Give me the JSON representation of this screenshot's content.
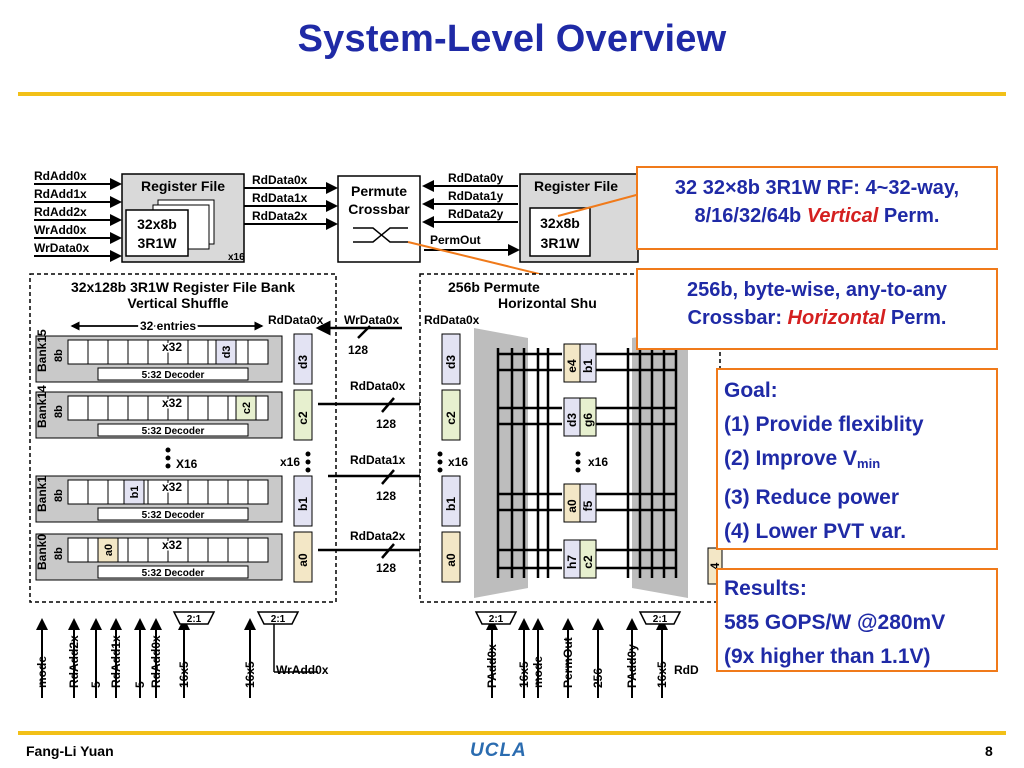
{
  "slide": {
    "title": "System-Level Overview",
    "footer_author": "Fang-Li Yuan",
    "footer_logo": "UCLA",
    "page_number": "8"
  },
  "diagram": {
    "top_blocks": {
      "rf_left": {
        "title": "Register File",
        "inner_line1": "32x8b",
        "inner_line2": "3R1W",
        "count": "x16"
      },
      "crossbar": {
        "line1": "Permute",
        "line2": "Crossbar"
      },
      "rf_right": {
        "title": "Register File",
        "inner_line1": "32x8b",
        "inner_line2": "3R1W"
      },
      "left_inputs": [
        "RdAdd0x",
        "RdAdd1x",
        "RdAdd2x",
        "WrAdd0x",
        "WrData0x"
      ],
      "left_outputs": [
        "RdData0x",
        "RdData1x",
        "RdData2x"
      ],
      "right_inputs": [
        "RdData0y",
        "RdData1y",
        "RdData2y",
        "PermOut"
      ]
    },
    "bank_panel": {
      "title_line1": "32x128b 3R1W Register File Bank",
      "title_line2": "Vertical Shuffle",
      "entries": "32 entries",
      "rd_label": "RdData0x",
      "wr_label": "WrData0x",
      "x16_bank": "X16",
      "x16_col": "x16",
      "banks": [
        {
          "name": "Bank15",
          "bits": "8b",
          "mult": "x32",
          "cell": "d3",
          "decoder": "5:32 Decoder"
        },
        {
          "name": "Bank14",
          "bits": "8b",
          "mult": "x32",
          "cell": "c2",
          "decoder": "5:32 Decoder"
        },
        {
          "name": "Bank1",
          "bits": "8b",
          "mult": "x32",
          "cell": "b1",
          "decoder": "5:32 Decoder"
        },
        {
          "name": "Bank0",
          "bits": "8b",
          "mult": "x32",
          "cell": "a0",
          "decoder": "5:32 Decoder"
        }
      ],
      "column_cells": [
        "d3",
        "c2",
        "b1",
        "a0"
      ]
    },
    "middle_buses": [
      {
        "label": "RdData0x",
        "width": "128"
      },
      {
        "label": "RdData1x",
        "width": "128"
      },
      {
        "label": "RdData2x",
        "width": "128"
      }
    ],
    "wr_bus_width": "128",
    "shuffle_panel": {
      "title_line1": "256b Permute",
      "title_line2": "Horizontal Shu",
      "rd_label": "RdData0x",
      "input_cells": [
        "d3",
        "c2",
        "b1",
        "a0"
      ],
      "x16_left": "x16",
      "x16_mid": "x16",
      "out_cells_a": [
        "e4",
        "d3",
        "a0",
        "h7"
      ],
      "out_cells_b": [
        "b1",
        "g6",
        "f5",
        "c2"
      ],
      "right_cell": "4"
    },
    "bottom_signals": [
      "mode",
      "RdAdd2x",
      "5",
      "RdAdd1x",
      "5",
      "RdAdd0x",
      "16x5",
      "16x5",
      "WrAdd0x",
      "PAdd0x",
      "16x5",
      "mode",
      "PermOut",
      "256",
      "PAdd0y",
      "16x5",
      "RdD"
    ],
    "mux_label": "2:1"
  },
  "callouts": {
    "rf": {
      "line1": "32 32×8b 3R1W RF: 4~32-way,",
      "line2_pre": "8/16/32/64b ",
      "line2_em": "Vertical",
      "line2_post": " Perm."
    },
    "crossbar": {
      "line1": "256b, byte-wise, any-to-any",
      "line2_pre": "Crossbar: ",
      "line2_em": "Horizontal",
      "line2_post": " Perm."
    },
    "goal": {
      "heading": "Goal:",
      "item1": "(1) Provide flexiblity",
      "item2_pre": "(2) Improve V",
      "item2_sub": "min",
      "item3": "(3) Reduce power",
      "item4": "(4) Lower PVT var."
    },
    "results": {
      "heading": "Results:",
      "line1": "585 GOPS/W @280mV",
      "line2": "(9x higher than 1.1V)"
    }
  },
  "colors": {
    "title": "#1f2aa6",
    "rule": "#f2c018",
    "callout_border": "#f07a1a",
    "emphasis": "#d42020"
  }
}
